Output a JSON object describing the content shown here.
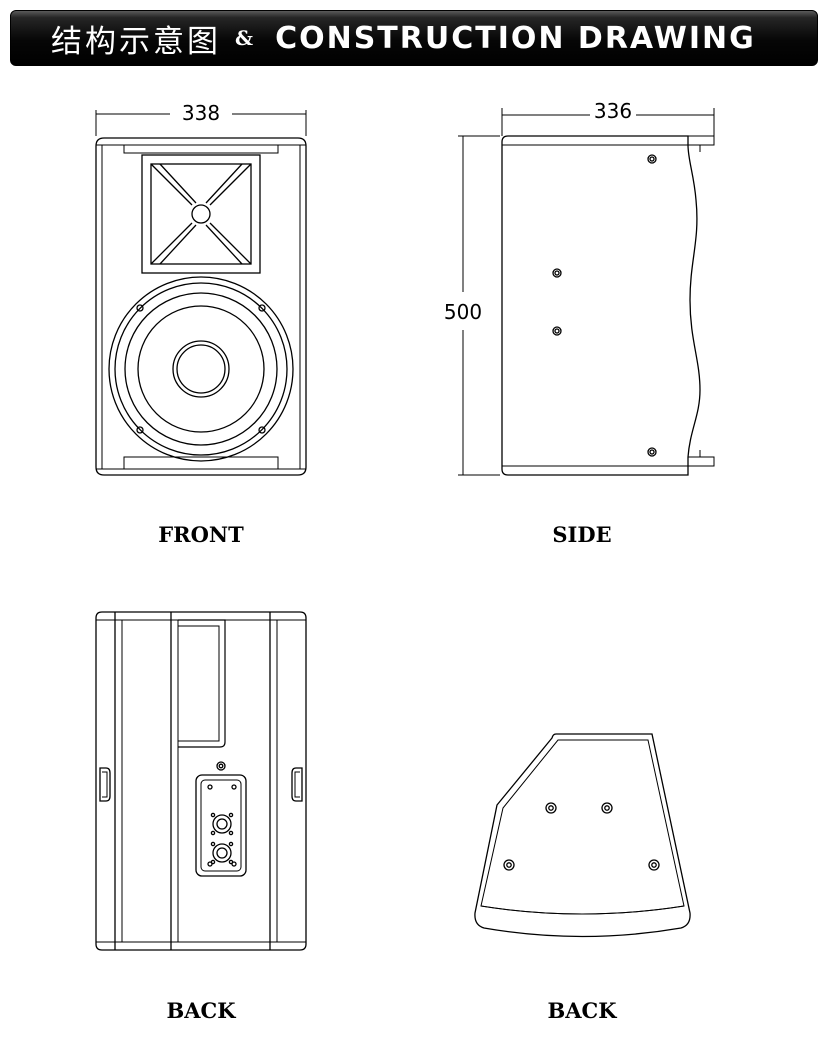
{
  "header": {
    "title_cn": "结构示意图",
    "separator": "&",
    "title_en": "CONSTRUCTION DRAWING"
  },
  "dimensions": {
    "front_width": "338",
    "side_width": "336",
    "height": "500"
  },
  "views": {
    "front": "FRONT",
    "side": "SIDE",
    "back_left": "BACK",
    "back_right": "BACK"
  },
  "colors": {
    "header_bg": "#000000",
    "header_text": "#ffffff",
    "line": "#000000"
  }
}
